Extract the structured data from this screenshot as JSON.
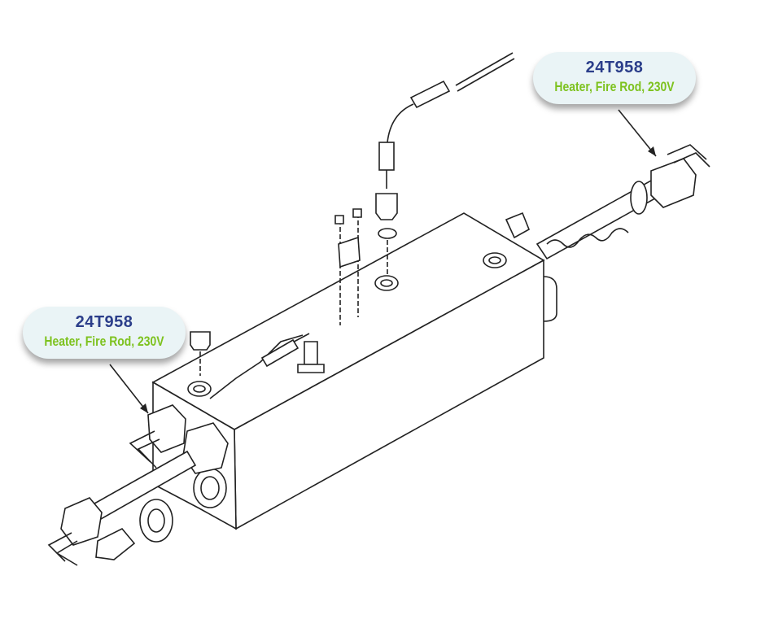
{
  "callouts": [
    {
      "part_number": "24T958",
      "description": "Heater, Fire Rod, 230V"
    },
    {
      "part_number": "24T958",
      "description": "Heater, Fire Rod, 230V"
    }
  ],
  "colors": {
    "part_number": "#2b3e8a",
    "description": "#7dc21e",
    "callout_bg": "#eaf4f6"
  }
}
